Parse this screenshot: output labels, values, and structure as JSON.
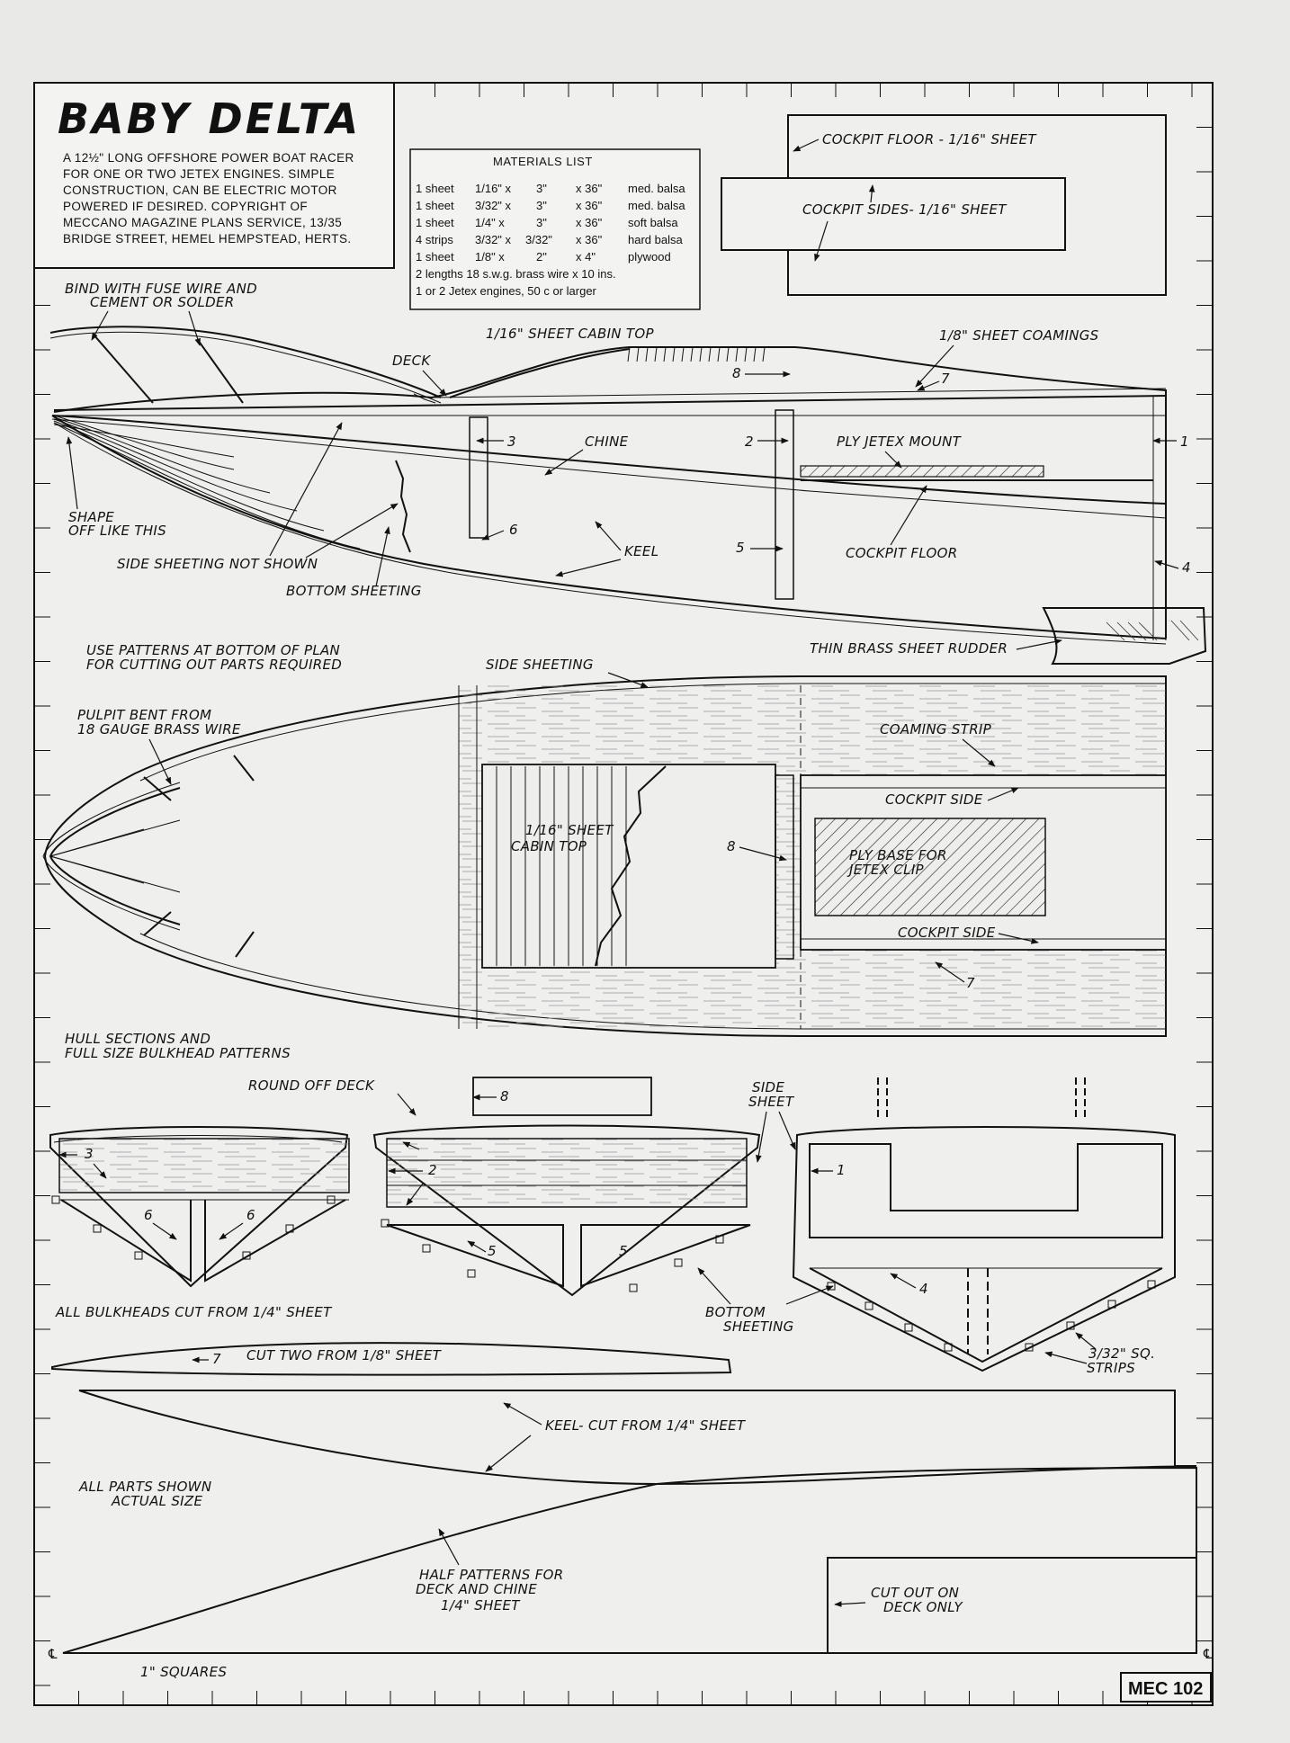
{
  "title": "BABY DELTA",
  "description_lines": [
    "A 12½\" LONG OFFSHORE POWER BOAT RACER",
    "FOR ONE OR TWO JETEX ENGINES. SIMPLE",
    "CONSTRUCTION, CAN BE ELECTRIC MOTOR",
    "POWERED IF DESIRED. COPYRIGHT OF",
    "MECCANO MAGAZINE PLANS SERVICE, 13/35",
    "BRIDGE STREET, HEMEL HEMPSTEAD, HERTS."
  ],
  "materials": {
    "heading": "MATERIALS LIST",
    "rows": [
      {
        "qty": "1 sheet",
        "a": "1/16\" x",
        "b": "3\"",
        "c": "x  36\"",
        "d": "med. balsa"
      },
      {
        "qty": "1 sheet",
        "a": "3/32\" x",
        "b": "3\"",
        "c": "x  36\"",
        "d": "med. balsa"
      },
      {
        "qty": "1 sheet",
        "a": "1/4\"  x",
        "b": "3\"",
        "c": "x  36\"",
        "d": "soft balsa"
      },
      {
        "qty": "4 strips",
        "a": "3/32\" x",
        "b": "3/32\"",
        "c": "x  36\"",
        "d": "hard balsa"
      },
      {
        "qty": "1 sheet",
        "a": "1/8\"  x",
        "b": "2\"",
        "c": "x  4\"",
        "d": "plywood"
      }
    ],
    "extra": [
      "2 lengths 18 s.w.g. brass wire x 10 ins.",
      "1 or 2 Jetex engines, 50 c or larger"
    ]
  },
  "labels": {
    "cockpit_floor_sheet": "COCKPIT FLOOR - 1/16\" SHEET",
    "cockpit_sides_sheet": "COCKPIT SIDES- 1/16\" SHEET",
    "bind_wire": [
      "BIND WITH FUSE WIRE AND",
      "CEMENT OR SOLDER"
    ],
    "cabin_top_side": "1/16\" SHEET CABIN TOP",
    "coamings": "1/8\" SHEET COAMINGS",
    "deck": "DECK",
    "chine": "CHINE",
    "ply_jetex_mount": "PLY JETEX MOUNT",
    "shape": [
      "SHAPE",
      "OFF LIKE THIS"
    ],
    "keel": "KEEL",
    "cockpit_floor": "COCKPIT FLOOR",
    "side_sheeting_not_shown": "SIDE SHEETING NOT SHOWN",
    "bottom_sheeting": "BOTTOM SHEETING",
    "use_patterns": [
      "USE PATTERNS AT BOTTOM OF PLAN",
      "FOR CUTTING OUT PARTS REQUIRED"
    ],
    "rudder": "THIN BRASS SHEET RUDDER",
    "side_sheeting": "SIDE SHEETING",
    "pulpit": [
      "PULPIT BENT FROM",
      "18 GAUGE BRASS WIRE"
    ],
    "coaming_strip": "COAMING STRIP",
    "cockpit_side": "COCKPIT SIDE",
    "cabin_top_plan": [
      "1/16\" SHEET",
      "CABIN TOP"
    ],
    "ply_base": [
      "PLY BASE FOR",
      "JETEX CLIP"
    ],
    "hull_sections": [
      "HULL SECTIONS AND",
      "FULL SIZE BULKHEAD PATTERNS"
    ],
    "round_off_deck": "ROUND OFF DECK",
    "side_sheet": [
      "SIDE",
      "SHEET"
    ],
    "all_bulkheads": "ALL BULKHEADS CUT FROM 1/4\" SHEET",
    "bottom_sheeting_sec": [
      "BOTTOM",
      "SHEETING"
    ],
    "strips": [
      "3/32\" SQ.",
      "STRIPS"
    ],
    "cut_two": "CUT TWO FROM 1/8\" SHEET",
    "keel_cut": "KEEL- CUT FROM 1/4\" SHEET",
    "all_parts": [
      "ALL PARTS SHOWN",
      "ACTUAL SIZE"
    ],
    "half_patterns": [
      "HALF PATTERNS FOR",
      "DECK AND CHINE",
      "1/4\" SHEET"
    ],
    "cut_out": [
      "CUT OUT ON",
      "DECK ONLY"
    ],
    "squares": "1\" SQUARES",
    "centreline": "℄",
    "plan_code": "MEC 102"
  },
  "part_numbers": {
    "n1": "1",
    "n2": "2",
    "n3": "3",
    "n4": "4",
    "n5": "5",
    "n6": "6",
    "n7": "7",
    "n8": "8"
  }
}
